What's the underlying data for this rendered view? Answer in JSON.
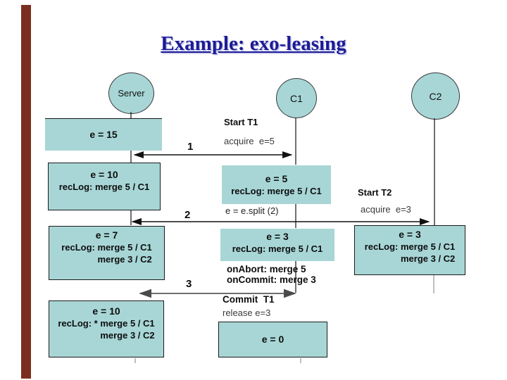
{
  "slide": {
    "title": "Example: exo-leasing"
  },
  "colors": {
    "box_fill": "#a8d6d6",
    "title_text": "#1c1c96",
    "accent_bar": "#7b2d20",
    "arrow_black": "#111111",
    "arrow_grey": "#6e6e6e"
  },
  "actors": {
    "server": "Server",
    "c1": "C1",
    "c2": "C2"
  },
  "messages": {
    "m1": "1",
    "m2": "2",
    "m3": "3"
  },
  "server_col": {
    "box1": {
      "l1": "e = 15"
    },
    "box2": {
      "l1": "e = 10",
      "l2": "recLog: merge 5 / C1"
    },
    "box3": {
      "l1": "e = 7",
      "l2": "recLog: merge 5 / C1",
      "l3": "merge 3 / C2"
    },
    "box4": {
      "l1": "e = 10",
      "l2": "recLog: * merge 5 / C1",
      "l3": "merge 3 / C2"
    }
  },
  "c1_col": {
    "start": "Start T1",
    "acquire": "acquire  e=5",
    "box_e5": {
      "l1": "e = 5",
      "l2": "recLog: merge 5 / C1"
    },
    "split": "e = e.split (2)",
    "box_e3": {
      "l1": "e = 3",
      "l2": "recLog: merge 5 / C1"
    },
    "on_abort": "onAbort: merge 5",
    "on_commit": "onCommit: merge 3",
    "commit": "Commit  T1",
    "release": "release e=3",
    "box_e0": {
      "l1": "e = 0"
    }
  },
  "c2_col": {
    "start": "Start T2",
    "acquire": "acquire  e=3",
    "box_e3": {
      "l1": "e = 3",
      "l2": "recLog: merge 5 / C1",
      "l3": "merge 3 / C2"
    }
  }
}
